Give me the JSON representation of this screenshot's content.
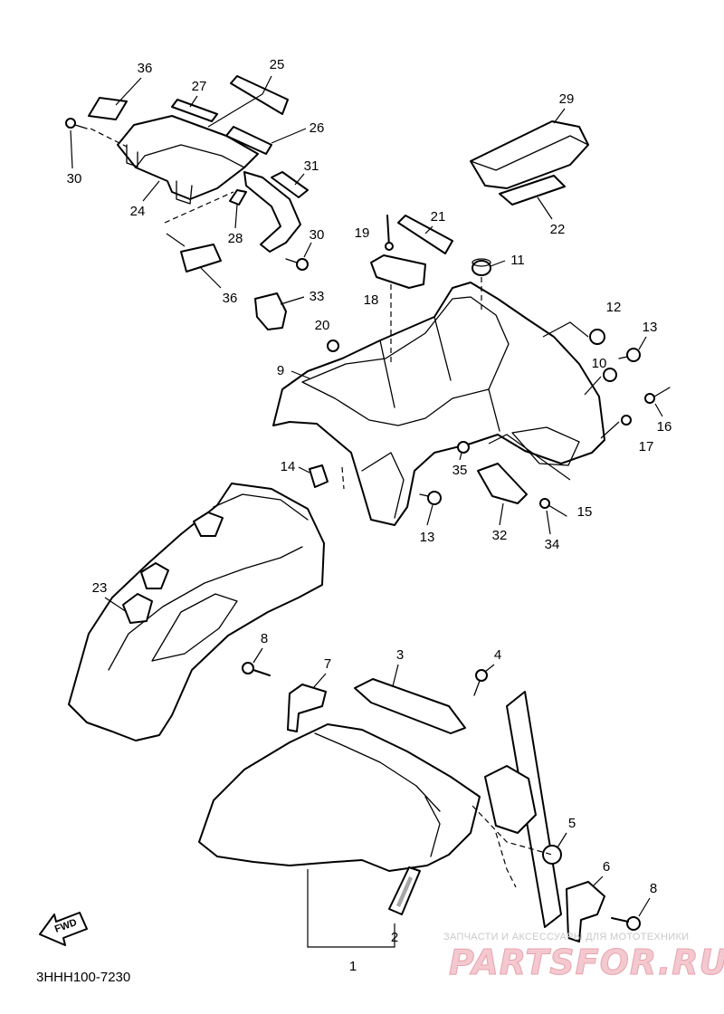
{
  "diagram": {
    "part_code": "3HHH100-7230",
    "fwd_label": "FWD",
    "watermark": {
      "tagline": "ЗАПЧАСТИ И АКСЕССУАРЫ ДЛЯ МОТОТЕХНИКИ",
      "brand": "PARTSFOR.RU"
    },
    "callouts": [
      {
        "id": "c36a",
        "label": "36"
      },
      {
        "id": "c27",
        "label": "27"
      },
      {
        "id": "c25",
        "label": "25"
      },
      {
        "id": "c26",
        "label": "26"
      },
      {
        "id": "c30a",
        "label": "30"
      },
      {
        "id": "c24",
        "label": "24"
      },
      {
        "id": "c31",
        "label": "31"
      },
      {
        "id": "c28",
        "label": "28"
      },
      {
        "id": "c30b",
        "label": "30"
      },
      {
        "id": "c36b",
        "label": "36"
      },
      {
        "id": "c29",
        "label": "29"
      },
      {
        "id": "c22",
        "label": "22"
      },
      {
        "id": "c19",
        "label": "19"
      },
      {
        "id": "c21",
        "label": "21"
      },
      {
        "id": "c11",
        "label": "11"
      },
      {
        "id": "c18",
        "label": "18"
      },
      {
        "id": "c33",
        "label": "33"
      },
      {
        "id": "c12",
        "label": "12"
      },
      {
        "id": "c20",
        "label": "20"
      },
      {
        "id": "c13a",
        "label": "13"
      },
      {
        "id": "c9",
        "label": "9"
      },
      {
        "id": "c10",
        "label": "10"
      },
      {
        "id": "c16",
        "label": "16"
      },
      {
        "id": "c17",
        "label": "17"
      },
      {
        "id": "c14",
        "label": "14"
      },
      {
        "id": "c35",
        "label": "35"
      },
      {
        "id": "c15",
        "label": "15"
      },
      {
        "id": "c13b",
        "label": "13"
      },
      {
        "id": "c32",
        "label": "32"
      },
      {
        "id": "c34",
        "label": "34"
      },
      {
        "id": "c23",
        "label": "23"
      },
      {
        "id": "c8a",
        "label": "8"
      },
      {
        "id": "c7",
        "label": "7"
      },
      {
        "id": "c3",
        "label": "3"
      },
      {
        "id": "c4",
        "label": "4"
      },
      {
        "id": "c5",
        "label": "5"
      },
      {
        "id": "c6",
        "label": "6"
      },
      {
        "id": "c8b",
        "label": "8"
      },
      {
        "id": "c2",
        "label": "2"
      },
      {
        "id": "c1",
        "label": "1"
      }
    ]
  }
}
